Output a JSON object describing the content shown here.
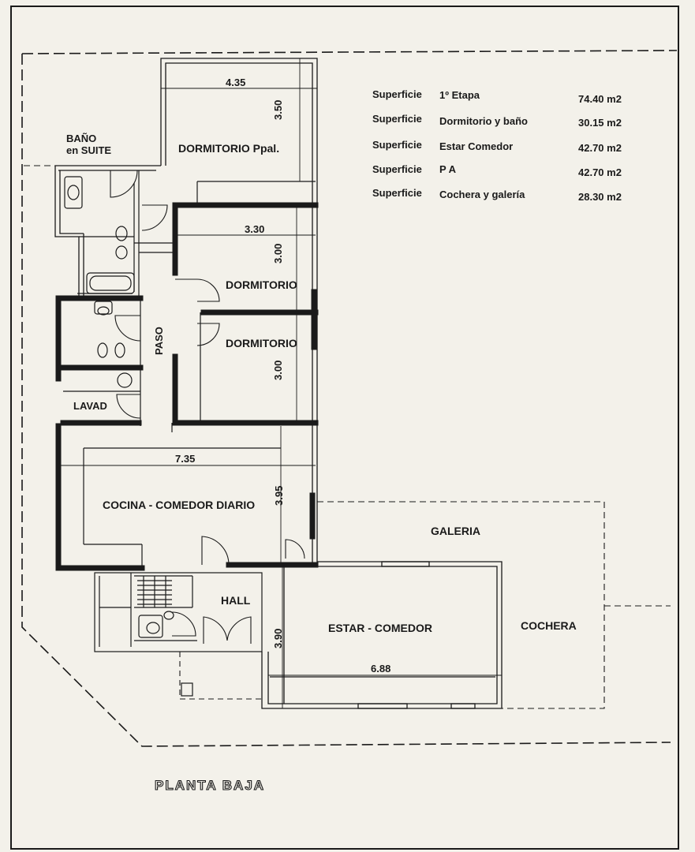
{
  "title": "PLANTA BAJA",
  "surfaces": [
    {
      "label": "Superficie",
      "item": "1º Etapa",
      "value": "74.40 m2"
    },
    {
      "label": "Superficie",
      "item": "Dormitorio y baño",
      "value": "30.15 m2"
    },
    {
      "label": "Superficie",
      "item": "Estar Comedor",
      "value": "42.70 m2"
    },
    {
      "label": "Superficie",
      "item": "P A",
      "value": "42.70 m2"
    },
    {
      "label": "Superficie",
      "item": "Cochera y galería",
      "value": "28.30 m2"
    }
  ],
  "rooms": {
    "bano_suite_1": "BAÑO",
    "bano_suite_2": "en SUITE",
    "dormitorio_ppal": "DORMITORIO Ppal.",
    "dormitorio_1": "DORMITORIO",
    "dormitorio_2": "DORMITORIO",
    "paso": "PASO",
    "lavad": "LAVAD",
    "cocina": "COCINA - COMEDOR DIARIO",
    "galeria": "GALERIA",
    "hall": "HALL",
    "estar": "ESTAR - COMEDOR",
    "cochera": "COCHERA"
  },
  "dimensions": {
    "d435": "4.35",
    "d350": "3.50",
    "d330": "3.30",
    "d300a": "3.00",
    "d300b": "3.00",
    "d735": "7.35",
    "d395": "3.95",
    "d390": "3.90",
    "d688": "6.88"
  },
  "colors": {
    "line": "#1a1a1a",
    "paper": "#f3f1ea"
  }
}
